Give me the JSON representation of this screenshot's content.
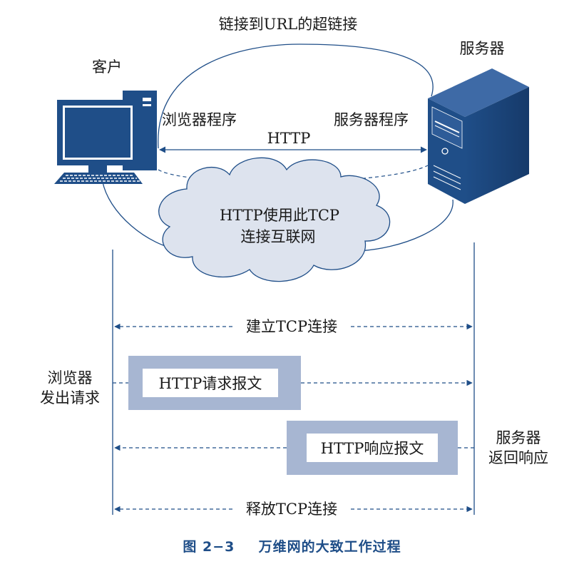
{
  "top": {
    "hyperlink_label": "链接到URL的超链接",
    "client_label": "客户",
    "server_label": "服务器",
    "browser_program": "浏览器程序",
    "server_program": "服务器程序",
    "http_label": "HTTP",
    "cloud_line1": "HTTP使用此TCP",
    "cloud_line2": "连接互联网"
  },
  "sequence": {
    "establish": "建立TCP连接",
    "request_box": "HTTP请求报文",
    "response_box": "HTTP响应报文",
    "release": "释放TCP连接",
    "browser_side_line1": "浏览器",
    "browser_side_line2": "发出请求",
    "server_side_line1": "服务器",
    "server_side_line2": "返回响应"
  },
  "caption": {
    "figure_number": "图 2−3",
    "title": "万维网的大致工作过程"
  },
  "colors": {
    "line": "#1f4e88",
    "computer": "#1f4e88",
    "cloud_fill": "#dde3ee",
    "box": "#a7b6d2",
    "caption": "#1f4e88"
  },
  "icons": [
    "computer-icon",
    "server-icon",
    "cloud-icon"
  ]
}
